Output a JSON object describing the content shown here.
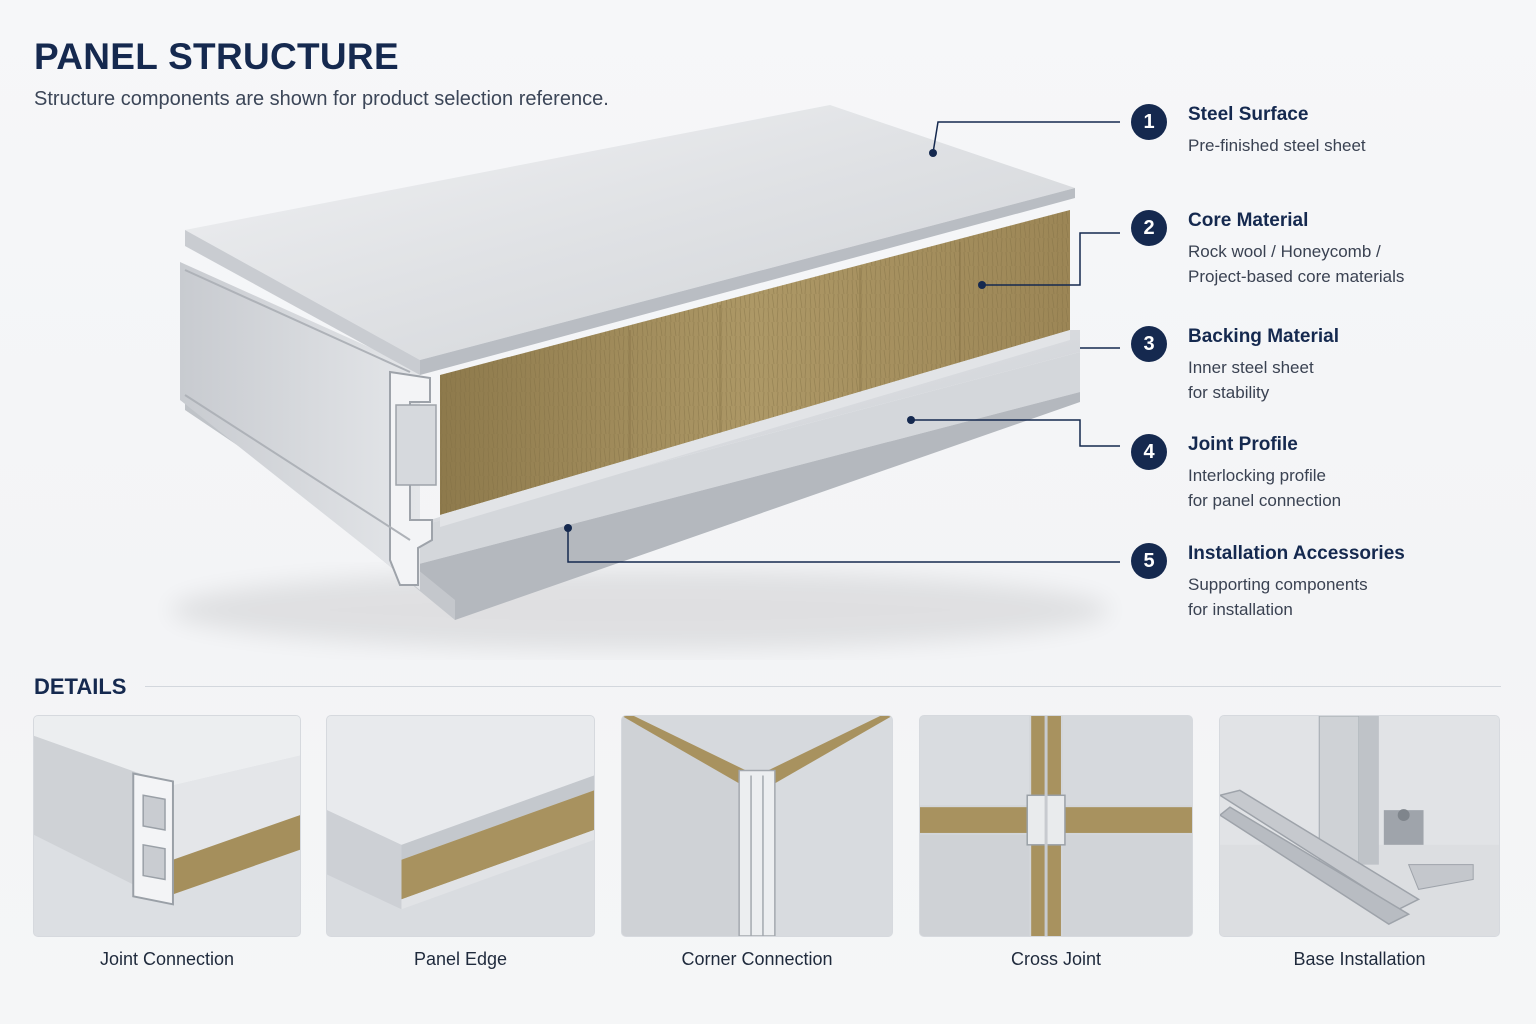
{
  "header": {
    "title": "PANEL STRUCTURE",
    "subtitle": "Structure components are shown for product selection reference."
  },
  "components": [
    {
      "number": "1",
      "title": "Steel Surface",
      "desc_lines": [
        "Pre-finished steel sheet"
      ]
    },
    {
      "number": "2",
      "title": "Core Material",
      "desc_lines": [
        "Rock wool / Honeycomb /",
        "Project-based core materials"
      ]
    },
    {
      "number": "3",
      "title": "Backing Material",
      "desc_lines": [
        "Inner steel sheet",
        "for stability"
      ]
    },
    {
      "number": "4",
      "title": "Joint Profile",
      "desc_lines": [
        "Interlocking profile",
        "for panel connection"
      ]
    },
    {
      "number": "5",
      "title": "Installation Accessories",
      "desc_lines": [
        "Supporting components",
        "for installation"
      ]
    }
  ],
  "details": {
    "heading": "DETAILS",
    "items": [
      {
        "label": "Joint Connection",
        "image": "joint-connection-photo"
      },
      {
        "label": "Panel Edge",
        "image": "panel-edge-photo"
      },
      {
        "label": "Corner Connection",
        "image": "corner-connection-photo"
      },
      {
        "label": "Cross Joint",
        "image": "cross-joint-photo"
      },
      {
        "label": "Base Installation",
        "image": "base-installation-photo"
      }
    ]
  },
  "colors": {
    "navy": "#15294f",
    "steel": "#d7dade",
    "rockwool": "#a8915f",
    "background": "#f4f5f7"
  }
}
